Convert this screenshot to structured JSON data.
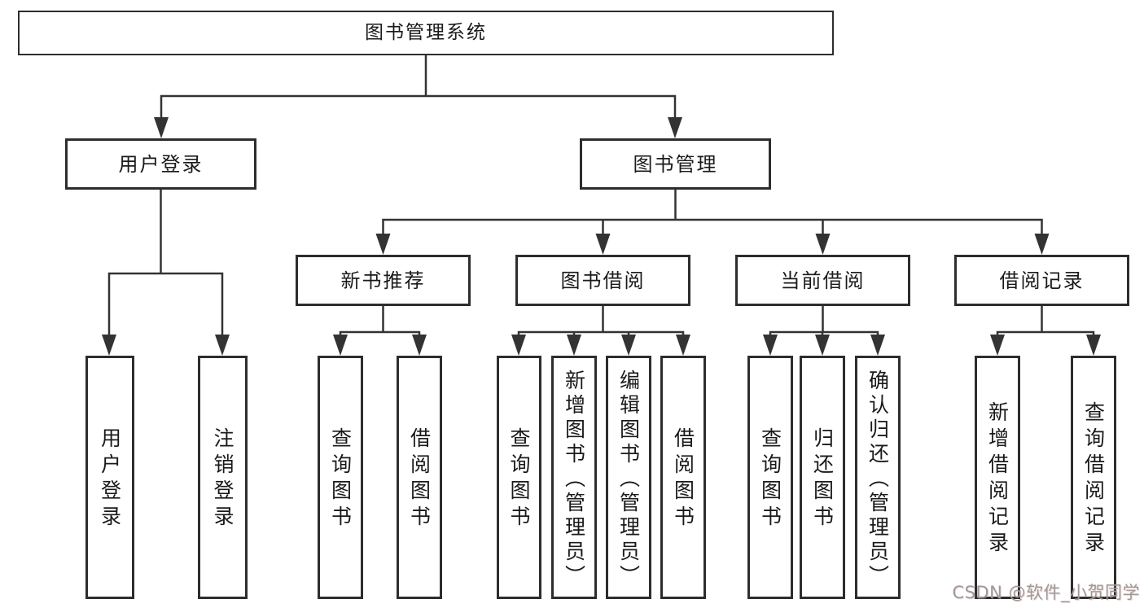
{
  "nodes": {
    "root": "图书管理系统",
    "level2": [
      "用户登录",
      "图书管理"
    ],
    "level3": [
      "新书推荐",
      "图书借阅",
      "当前借阅",
      "借阅记录"
    ],
    "leaves": [
      "用户登录",
      "注销登录",
      "查询图书",
      "借阅图书",
      "查询图书",
      "新增图书（管理员）",
      "编辑图书（管理员）",
      "借阅图书",
      "查询图书",
      "归还图书",
      "确认归还（管理员）",
      "新增借阅记录",
      "查询借阅记录"
    ]
  },
  "watermark": "CSDN @软件_小贺同学",
  "colors": {
    "line": "#333333",
    "box_border": "#2d2d2d",
    "text": "#1a1a1a",
    "watermark": "#9b9b9b",
    "background": "#ffffff"
  }
}
